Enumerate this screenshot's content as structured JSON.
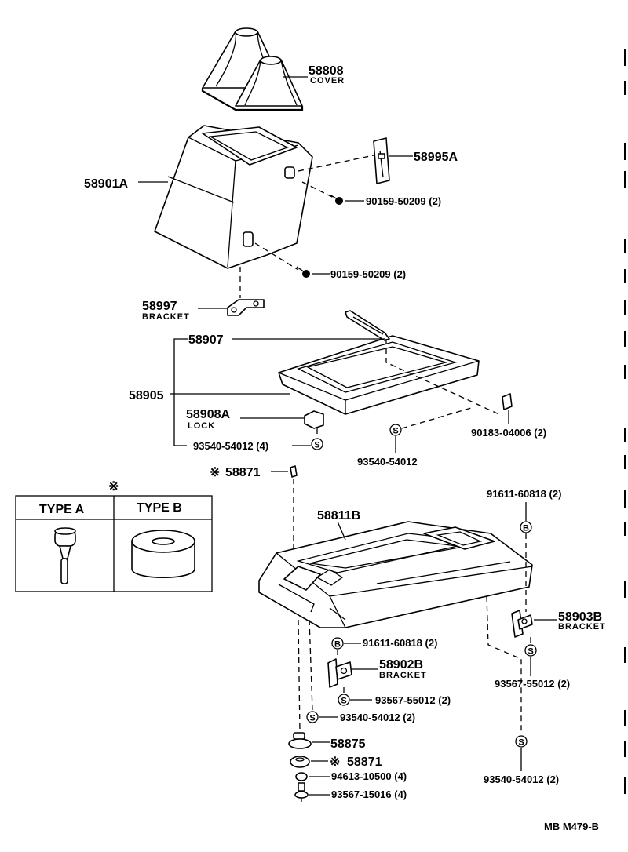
{
  "labels": {
    "p58808": "58808",
    "p58808_name": "COVER",
    "p58995A": "58995A",
    "p58901A": "58901A",
    "p90159_a": "90159-50209 (2)",
    "p90159_b": "90159-50209 (2)",
    "p58997": "58997",
    "p58997_name": "BRACKET",
    "p58907": "58907",
    "p58905": "58905",
    "p58908A": "58908A",
    "p58908A_name": "LOCK",
    "p93540_top_left": "93540-54012 (4)",
    "p93540_top_mid": "93540-54012",
    "p90183": "90183-04006 (2)",
    "p58871_top": "58871",
    "p58811B": "58811B",
    "p91611_right": "91611-60818 (2)",
    "p58903B": "58903B",
    "p58903B_name": "BRACKET",
    "p93567_right": "93567-55012 (2)",
    "p93540_right": "93540-54012 (2)",
    "p91611_left": "91611-60818 (2)",
    "p58902B": "58902B",
    "p58902B_name": "BRACKET",
    "p93567_left": "93567-55012 (2)",
    "p93540_left": "93540-54012 (2)",
    "p58875": "58875",
    "p58871_bottom": "58871",
    "p94613": "94613-10500 (4)",
    "p93567_bottom": "93567-15016 (4)",
    "ref_mark": "※",
    "symbol_s": "S",
    "symbol_b": "B",
    "footer": "MB  M479-B"
  },
  "type_table": {
    "type_a": "TYPE A",
    "type_b": "TYPE B"
  }
}
